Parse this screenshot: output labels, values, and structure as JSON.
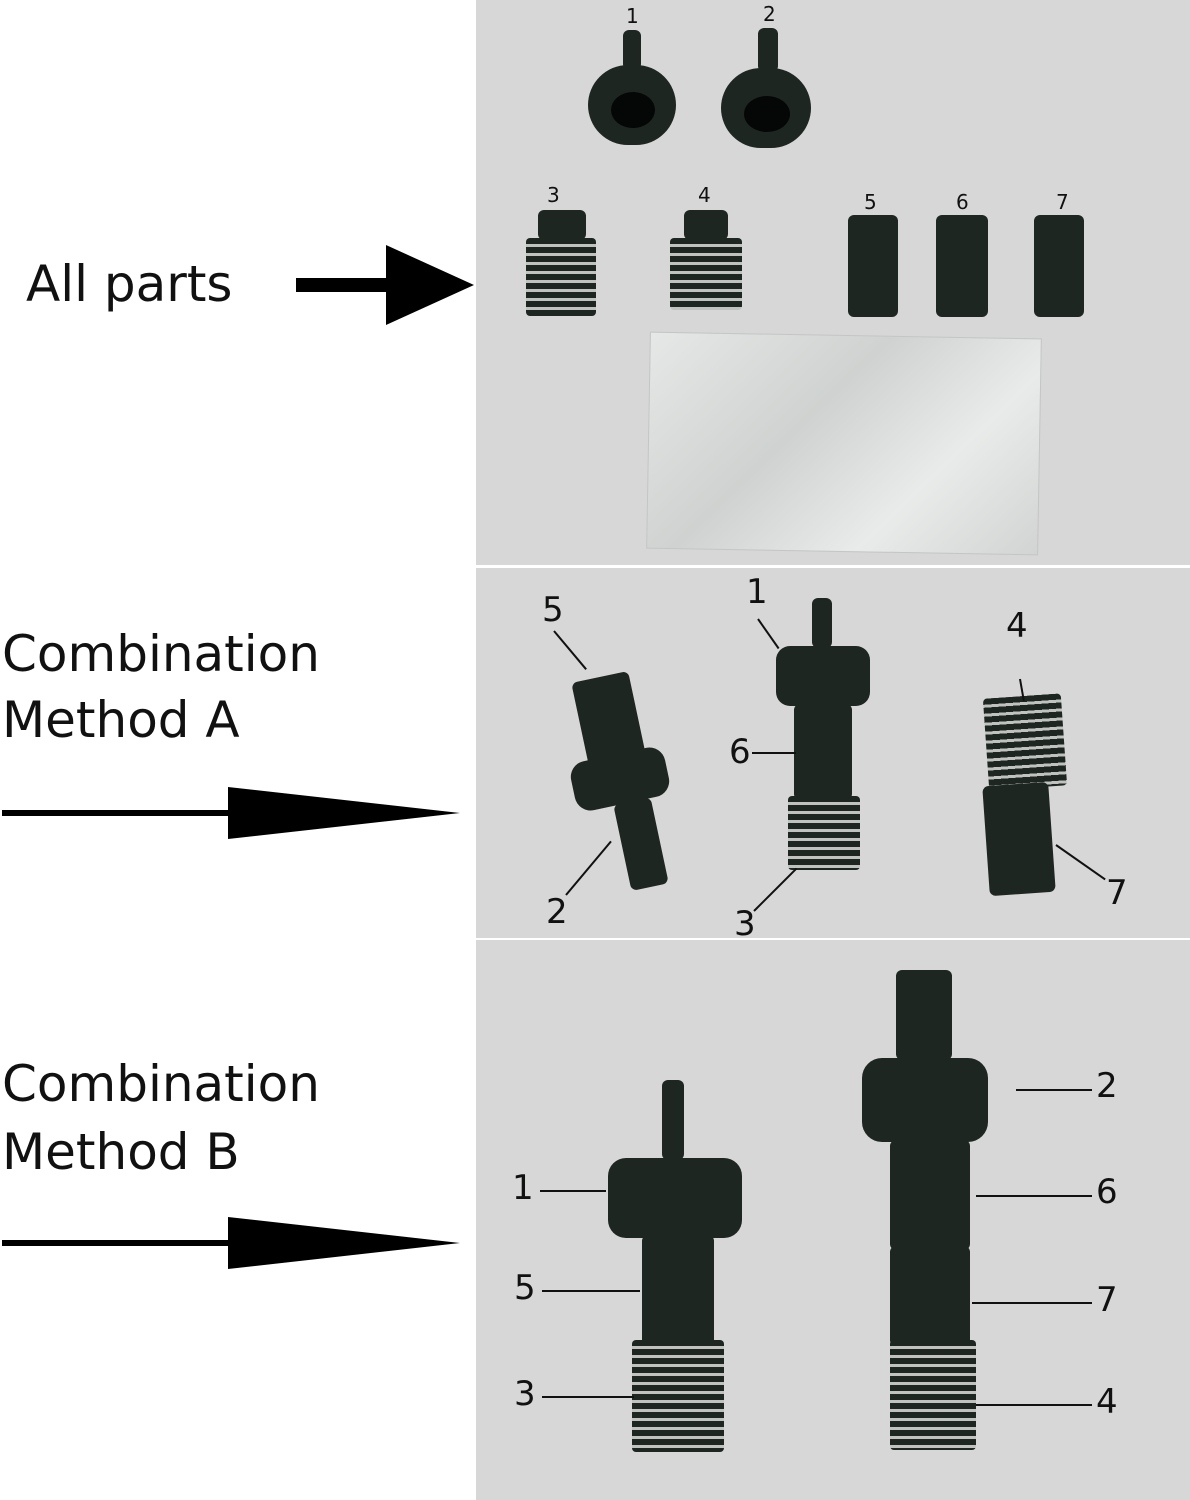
{
  "labels": {
    "all_parts": "All parts",
    "method_a": [
      "Combination",
      "Method A"
    ],
    "method_b": [
      "Combination",
      "Method B"
    ]
  },
  "all_parts_numbers": [
    "1",
    "2",
    "3",
    "4",
    "5",
    "6",
    "7"
  ],
  "method_a_numbers": [
    "5",
    "1",
    "6",
    "4",
    "2",
    "3",
    "7"
  ],
  "method_b_numbers": [
    "2",
    "1",
    "6",
    "5",
    "7",
    "3",
    "4"
  ]
}
